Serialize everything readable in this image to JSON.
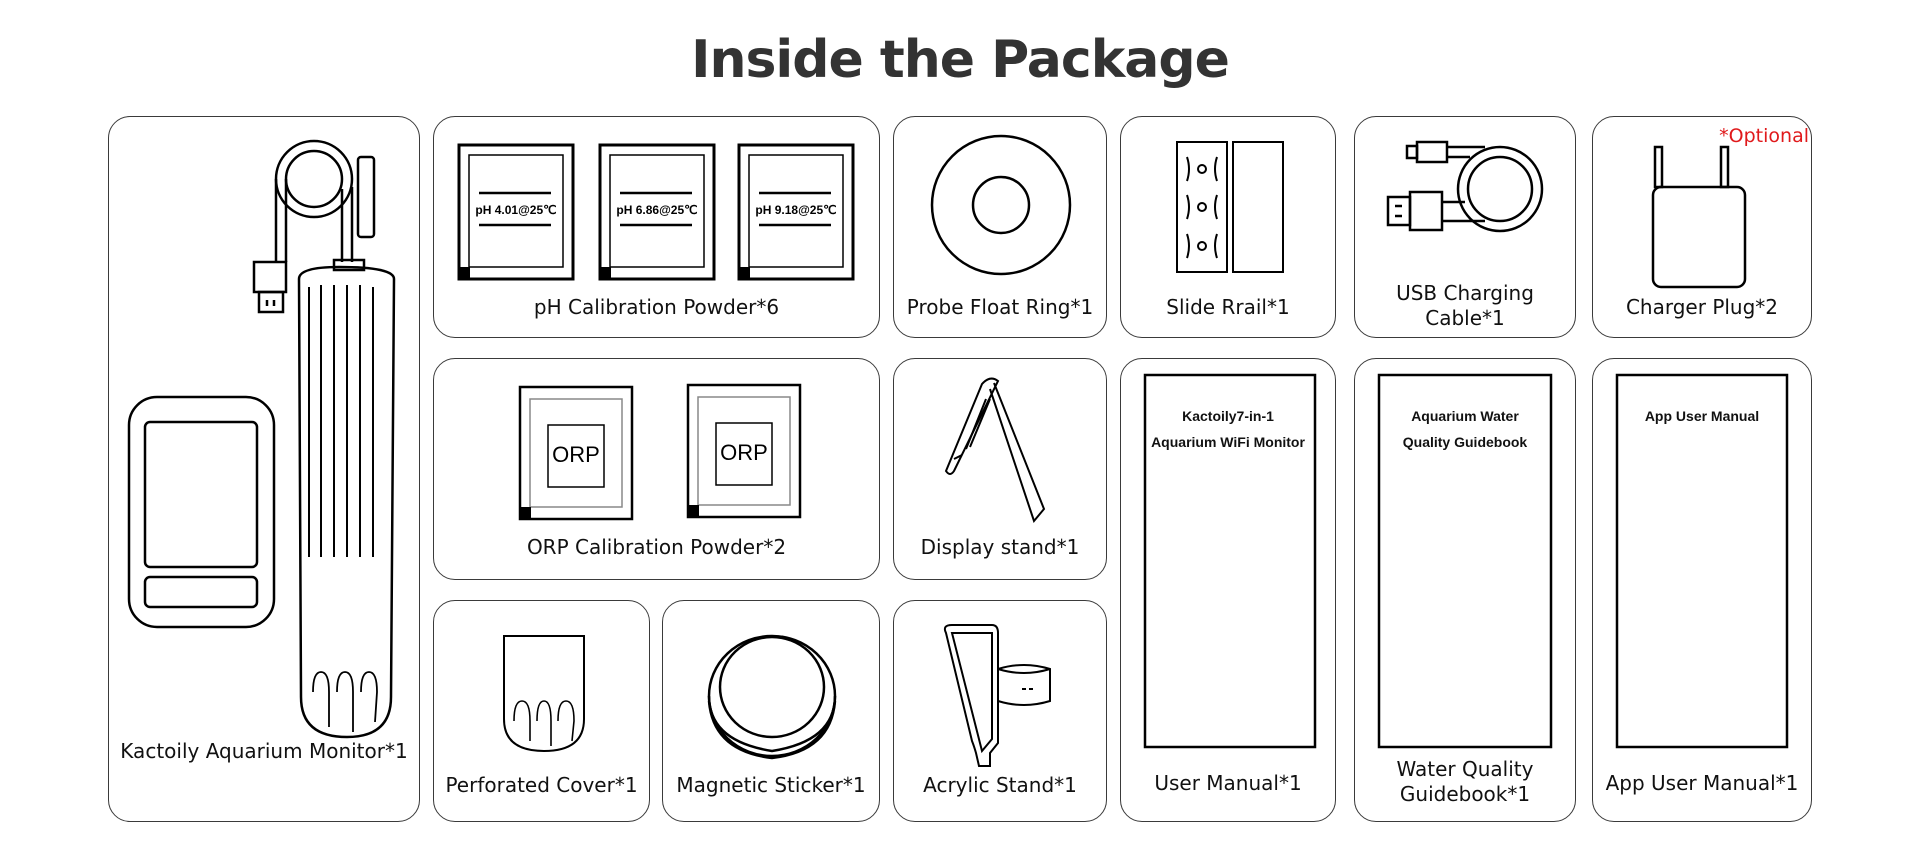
{
  "title": "Inside the Package",
  "items": {
    "monitor": {
      "label": "Kactoily Aquarium Monitor*1"
    },
    "ph_powder": {
      "label": "pH Calibration Powder*6",
      "sachets": [
        "pH 4.01@25℃",
        "pH 6.86@25℃",
        "pH 9.18@25℃"
      ]
    },
    "float_ring": {
      "label": "Probe Float Ring*1"
    },
    "slide_rail": {
      "label": "Slide Rrail*1"
    },
    "usb_cable": {
      "label_line1": "USB Charging",
      "label_line2": "Cable*1"
    },
    "charger_plug": {
      "label": "Charger Plug*2",
      "note": "*Optional",
      "note_color": "#e0191b"
    },
    "orp_powder": {
      "label": "ORP Calibration Powder*2",
      "sachets": [
        "ORP",
        "ORP"
      ]
    },
    "display_stand": {
      "label": "Display stand*1"
    },
    "user_manual": {
      "label": "User Manual*1",
      "cover_line1": "Kactoily7-in-1",
      "cover_line2": "Aquarium WiFi Monitor"
    },
    "guidebook": {
      "label_line1": "Water Quality",
      "label_line2": "Guidebook*1",
      "cover_line1": "Aquarium Water",
      "cover_line2": "Quality Guidebook"
    },
    "app_manual": {
      "label": "App User Manual*1",
      "cover_line1": "App User Manual"
    },
    "perforated_cover": {
      "label": "Perforated Cover*1"
    },
    "magnetic_sticker": {
      "label": "Magnetic Sticker*1"
    },
    "acrylic_stand": {
      "label": "Acrylic Stand*1"
    }
  }
}
